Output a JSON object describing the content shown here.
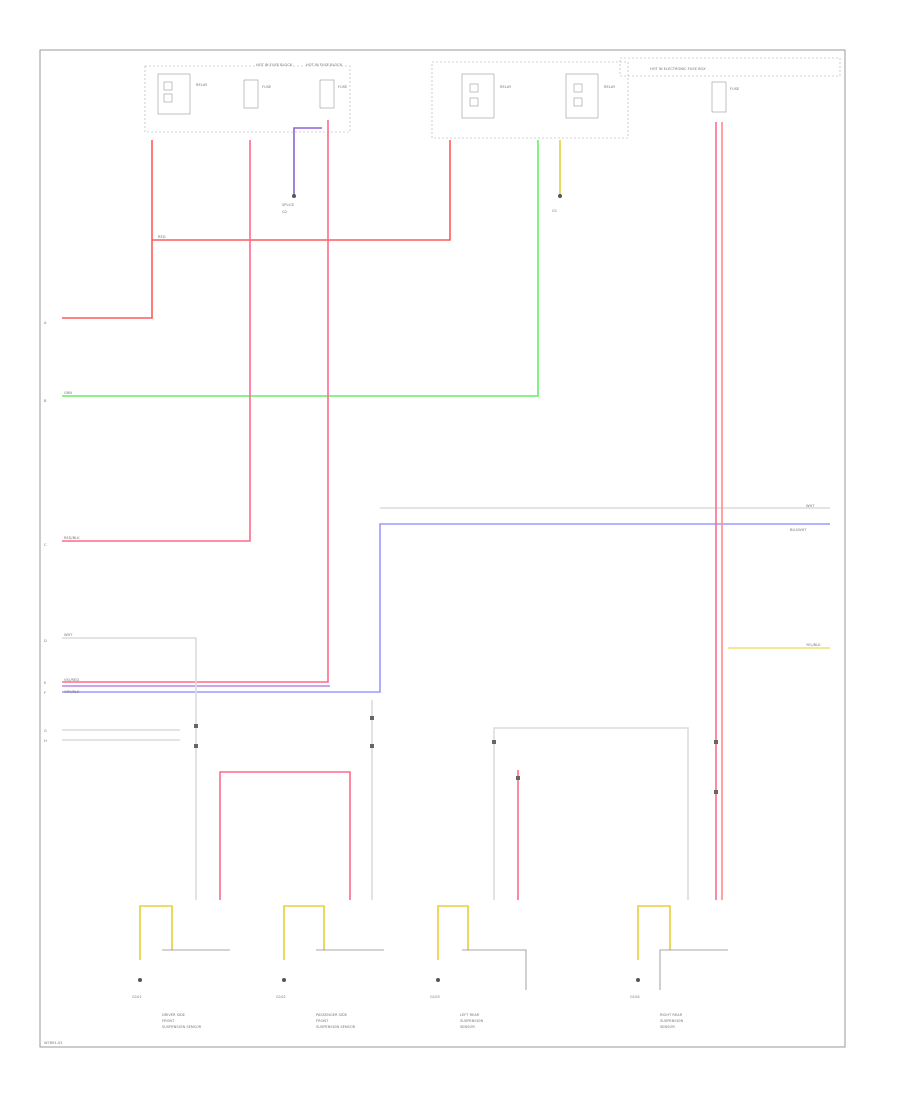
{
  "colors": {
    "red": "#ff5a5a",
    "pink": "#ff6a8a",
    "green": "#66ee66",
    "violet": "#8f63d8",
    "yellow": "#e6cf3a",
    "white": "#d6d6d6",
    "grey": "#999999",
    "blue": "#7878ff"
  },
  "top": {
    "fuse_group_1": "HOT IN FUSE BLOCK",
    "fuse_group_2": "HOT IN FUSE BLOCK",
    "relay_note": "RELAY",
    "fuse_label": "FUSE",
    "splice_note": "SPLICE",
    "ground_note": "G1",
    "ground_note_2": "G2",
    "right_group": "HOT IN ELECTRONIC FUSE BOX"
  },
  "left_labels": [
    "A",
    "B",
    "C",
    "D",
    "E",
    "F",
    "G",
    "H"
  ],
  "wire_labels": {
    "red": "RED",
    "green": "GRN",
    "pink": "RED/BLK",
    "white": "WHT",
    "violet": "VIO/RED",
    "grey": "GRY/BLK",
    "right_1": "WHT",
    "right_2": "BLU/WHT",
    "right_3": "YEL/BLK"
  },
  "bottom_modules": [
    {
      "line1": "DRIVER SIDE",
      "line2": "FRONT",
      "line3": "SUSPENSION SENSOR",
      "ground": "G101"
    },
    {
      "line1": "PASSENGER SIDE",
      "line2": "FRONT",
      "line3": "SUSPENSION SENSOR",
      "ground": "G102"
    },
    {
      "line1": "LEFT REAR",
      "line2": "SUSPENSION",
      "line3": "SENSOR",
      "ground": "G103"
    },
    {
      "line1": "RIGHT REAR",
      "line2": "SUSPENSION",
      "line3": "SENSOR",
      "ground": "G104"
    }
  ],
  "footer": "W7891-02"
}
